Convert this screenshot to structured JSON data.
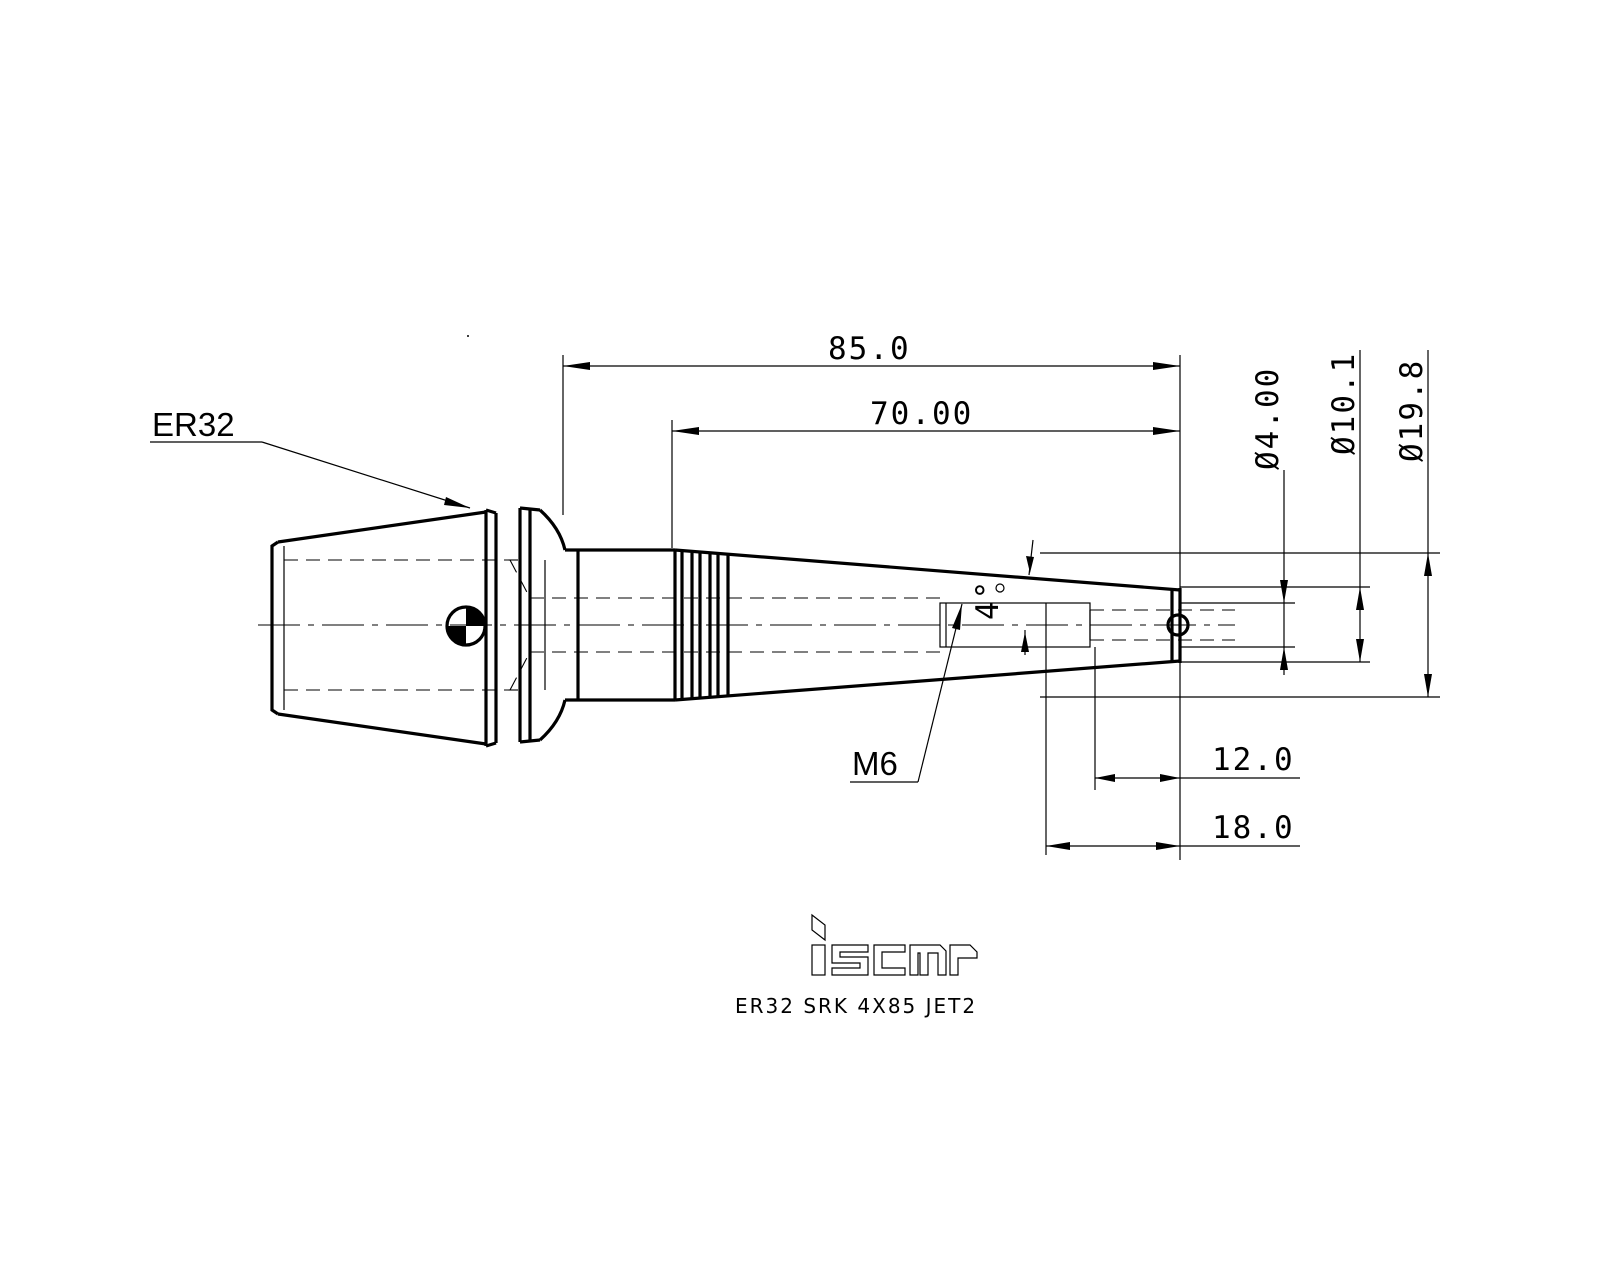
{
  "labels": {
    "collet": "ER32",
    "thread": "M6"
  },
  "dimensions": {
    "overall_length": "85.0",
    "shank_length": "70.00",
    "dia_bore": "Ø4.00",
    "dia_tip": "Ø10.1",
    "dia_body": "Ø19.8",
    "taper_angle": "4°",
    "length_12": "12.0",
    "length_18": "18.0"
  },
  "brand": {
    "logo_text": "iscar",
    "product_code": "ER32  SRK  4X85  JET2"
  }
}
